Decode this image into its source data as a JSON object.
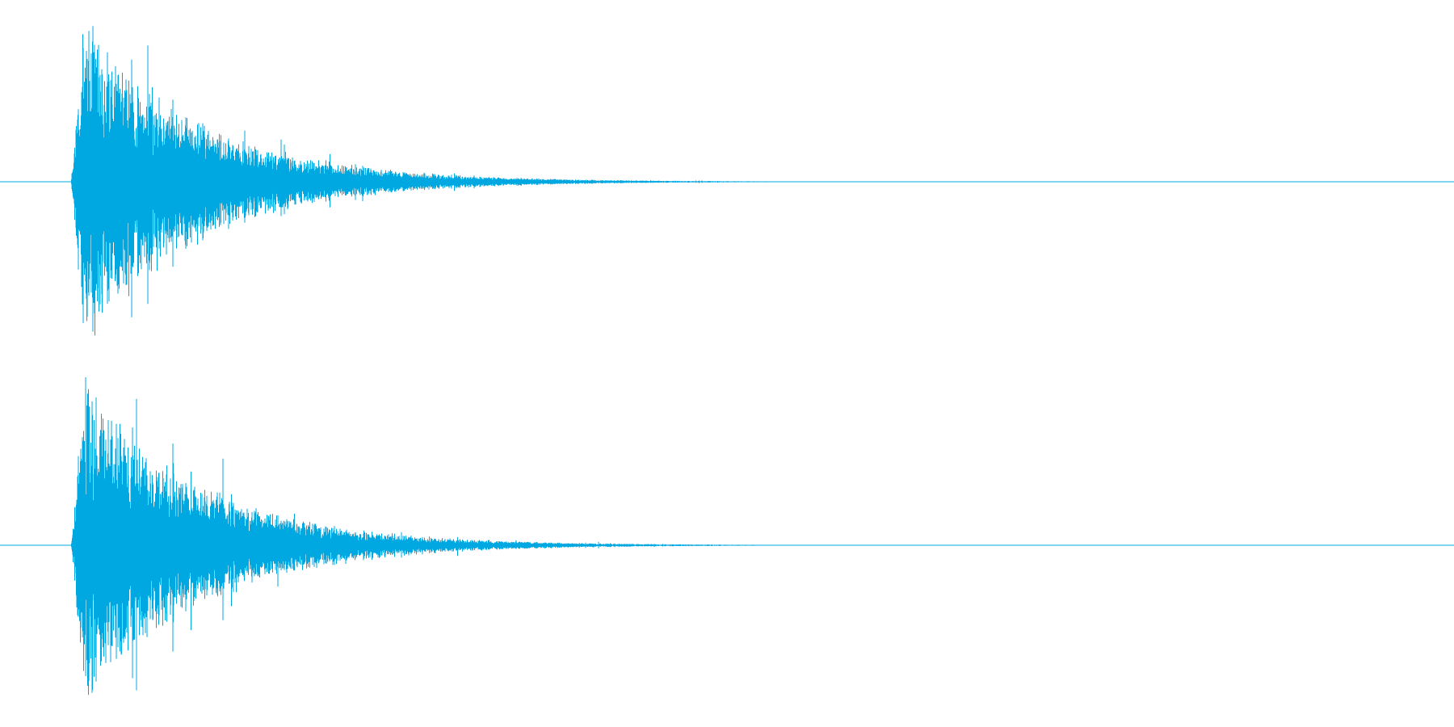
{
  "waveform": {
    "color": "#00a8e1",
    "background": "#ffffff",
    "channels": [
      {
        "id": "channel-1",
        "seed": 7,
        "peak": 0.97
      },
      {
        "id": "channel-2",
        "seed": 13,
        "peak": 0.98
      }
    ],
    "envelope": {
      "onset_fraction": 0.049,
      "attack_peak_fraction": 0.058,
      "decay_rate": 5.6,
      "tail_end_fraction": 0.53
    }
  }
}
